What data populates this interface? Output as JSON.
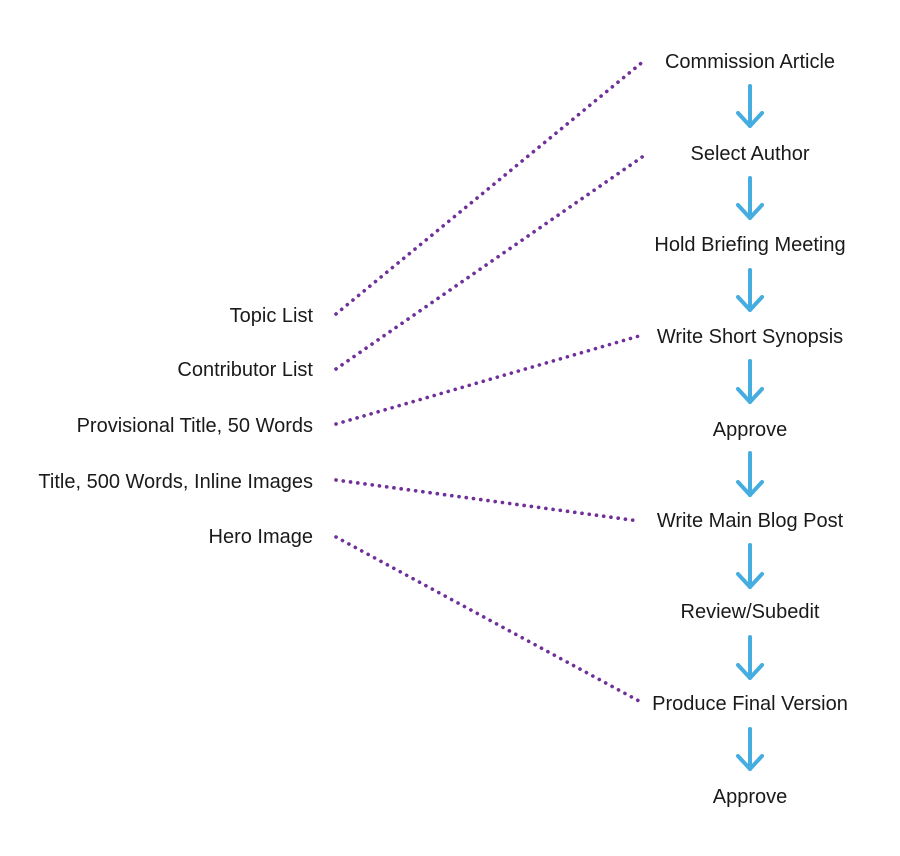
{
  "diagram": {
    "colors": {
      "arrow": "#45ade0",
      "connector": "#70309a",
      "text": "#1a1a1a"
    },
    "steps": [
      {
        "id": "commission-article",
        "label": "Commission Article"
      },
      {
        "id": "select-author",
        "label": "Select Author"
      },
      {
        "id": "hold-briefing-meeting",
        "label": "Hold Briefing Meeting"
      },
      {
        "id": "write-short-synopsis",
        "label": "Write Short Synopsis"
      },
      {
        "id": "approve-synopsis",
        "label": "Approve"
      },
      {
        "id": "write-main-blog-post",
        "label": "Write Main Blog Post"
      },
      {
        "id": "review-subedit",
        "label": "Review/Subedit"
      },
      {
        "id": "produce-final-version",
        "label": "Produce Final Version"
      },
      {
        "id": "approve-final",
        "label": "Approve"
      }
    ],
    "artifacts": [
      {
        "id": "topic-list",
        "label": "Topic List",
        "links_to": "commission-article"
      },
      {
        "id": "contributor-list",
        "label": "Contributor List",
        "links_to": "select-author"
      },
      {
        "id": "provisional-title",
        "label": "Provisional Title, 50 Words",
        "links_to": "write-short-synopsis"
      },
      {
        "id": "title-500-words",
        "label": "Title, 500 Words, Inline Images",
        "links_to": "write-main-blog-post"
      },
      {
        "id": "hero-image",
        "label": "Hero Image",
        "links_to": "produce-final-version"
      }
    ]
  }
}
